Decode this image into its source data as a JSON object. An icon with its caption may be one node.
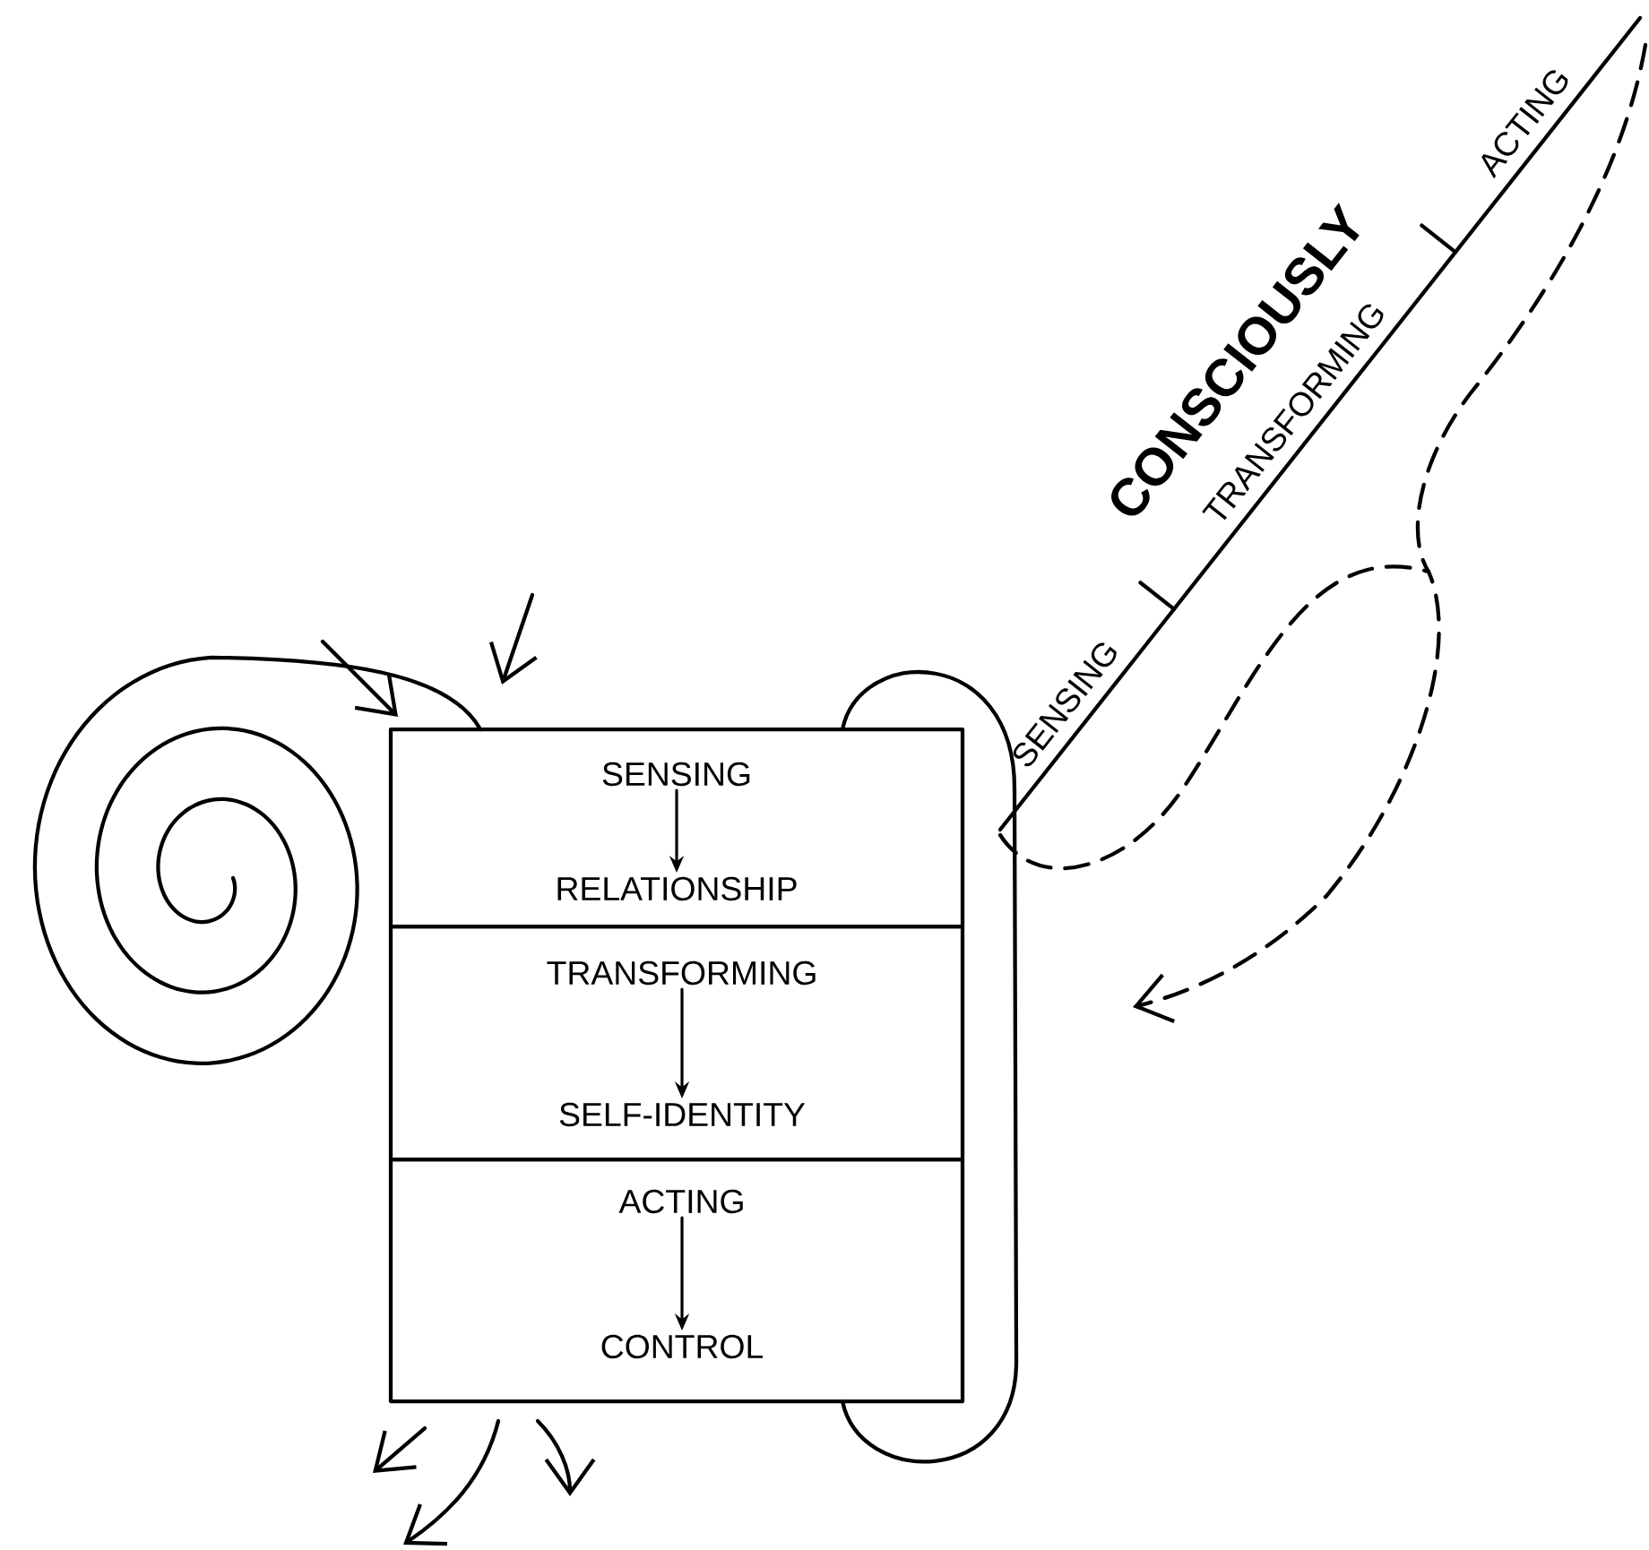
{
  "diagram": {
    "nodes": [
      {
        "text": [],
        "shape": "box"
      },
      {
        "text": [],
        "shape": "box"
      },
      {
        "text": [],
        "shape": "box"
      },
      {
        "text": [
          "SENSING"
        ],
        "in": 0
      },
      {
        "text": [
          "RELATIONSHIP"
        ],
        "in": 0
      },
      {
        "text": [
          "TRANSFORMING"
        ],
        "in": 1
      },
      {
        "text": [
          "SELF-IDENTITY"
        ],
        "in": 1
      },
      {
        "text": [
          "ACTING"
        ],
        "in": 2
      },
      {
        "text": [
          "CONTROL"
        ],
        "in": 2
      }
    ],
    "edges": [
      {
        "from": 3,
        "to": 4,
        "arrow": "to"
      },
      {
        "from": 5,
        "to": 6,
        "arrow": "to"
      },
      {
        "from": 7,
        "to": 8,
        "arrow": "to"
      }
    ],
    "labels": [
      "CONSCIOUSLY",
      "SENSING",
      "TRANSFORMING",
      "ACTING"
    ]
  }
}
